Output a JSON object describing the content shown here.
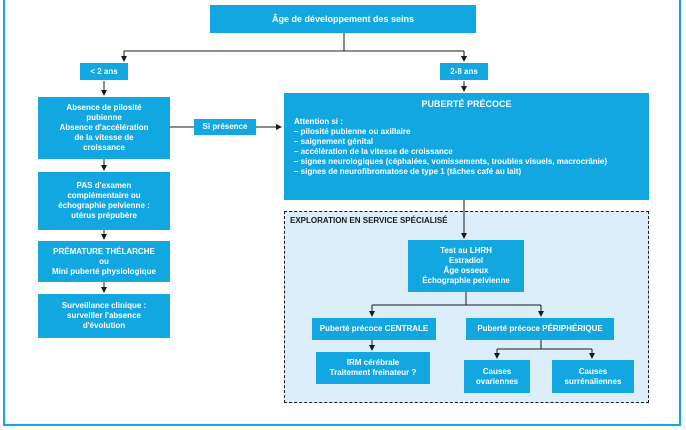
{
  "root": "Âge de développement des seins",
  "branch_left": "< 2 ans",
  "branch_right": "2-8 ans",
  "left_boxes": [
    [
      "Absence de pilosité",
      "pubienne",
      "Absence d'accélération",
      "de la vitesse de",
      "croissance"
    ],
    [
      "PAS d'examen",
      "complémentaire ou",
      "échographie pelvienne :",
      "utérus prépubère"
    ],
    [
      "PRÉMATURE THÉLARCHE",
      "ou",
      "Mini puberté physiologique"
    ],
    [
      "Surveillance clinique :",
      "surveiller l'absence",
      "d'évolution"
    ]
  ],
  "si_presence": "Si présence",
  "puberte_precoce": {
    "title": "PUBERTÉ PRÉCOCE",
    "intro": "Attention si :",
    "items": [
      "– pilosité pubienne ou axillaire",
      "– saignement génital",
      "– accélération de la vitesse de croissance",
      "– signes neurologiques (céphalées, vomissements, troubles visuels, macrocrânie)",
      "– signes de neurofibromatose de type 1 (tâches café au lait)"
    ]
  },
  "exploration": {
    "title": "EXPLORATION EN SERVICE SPÉCIALISÉ",
    "tests": [
      "Test au LHRH",
      "Estradiol",
      "Âge osseux",
      "Échographie pelvienne"
    ],
    "centrale": "Puberté précoce CENTRALE",
    "centrale_next": [
      "IRM cérébrale",
      "Traitement freinateur ?"
    ],
    "peripherique": "Puberté précoce PÉRIPHÉRIQUE",
    "causes_ovariennes": [
      "Causes",
      "ovariennes"
    ],
    "causes_surrenaliennes": [
      "Causes",
      "surrénaliennes"
    ]
  },
  "colors": {
    "box": "#12a7e0",
    "explore_bg": "#dbeef9",
    "line": "#1a1a1a"
  }
}
